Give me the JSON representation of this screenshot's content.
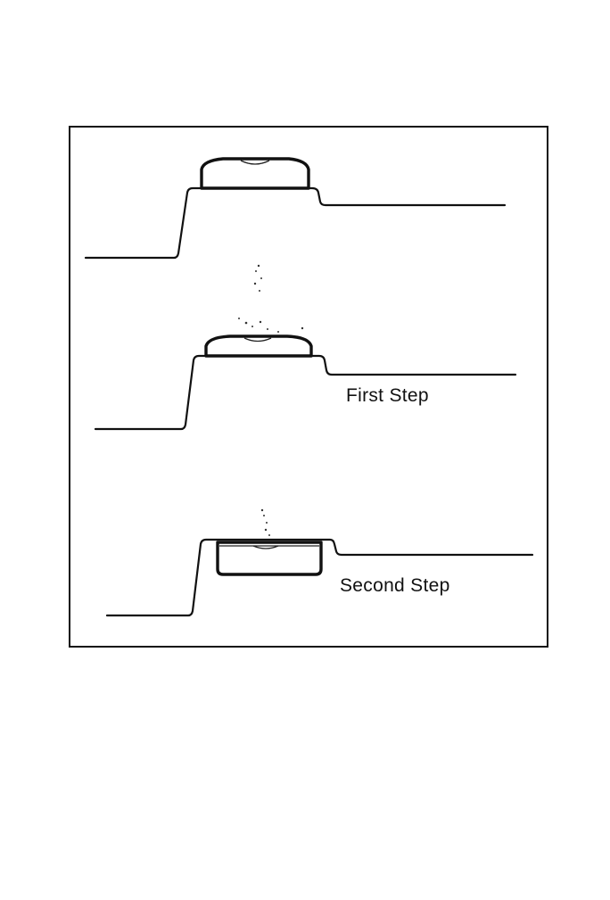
{
  "figure": {
    "panels": [
      {
        "id": "initial",
        "label": ""
      },
      {
        "id": "first",
        "label": "First Step"
      },
      {
        "id": "second",
        "label": "Second Step"
      }
    ],
    "colors": {
      "ink": "#111111",
      "background": "#ffffff"
    }
  }
}
